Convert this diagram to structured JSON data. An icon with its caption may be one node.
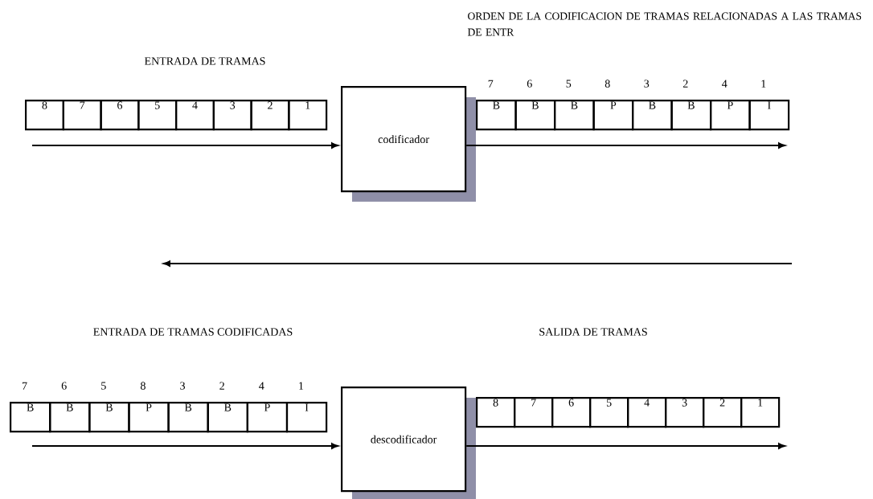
{
  "diagram": {
    "nodes": [
      {
        "text": [
          "8"
        ]
      },
      {
        "text": [
          "7"
        ]
      },
      {
        "text": [
          "6"
        ]
      },
      {
        "text": [
          "5"
        ]
      },
      {
        "text": [
          "4"
        ]
      },
      {
        "text": [
          "3"
        ]
      },
      {
        "text": [
          "2"
        ]
      },
      {
        "text": [
          "1"
        ]
      },
      {
        "text": [
          "codificador"
        ]
      },
      {
        "text": [
          "B"
        ],
        "beside": [
          "7"
        ]
      },
      {
        "text": [
          "B"
        ],
        "beside": [
          "6"
        ]
      },
      {
        "text": [
          "B"
        ],
        "beside": [
          "5"
        ]
      },
      {
        "text": [
          "P"
        ],
        "beside": [
          "8"
        ]
      },
      {
        "text": [
          "B"
        ],
        "beside": [
          "3"
        ]
      },
      {
        "text": [
          "B"
        ],
        "beside": [
          "2"
        ]
      },
      {
        "text": [
          "P"
        ],
        "beside": [
          "4"
        ]
      },
      {
        "text": [
          "I"
        ],
        "beside": [
          "1"
        ]
      },
      {
        "text": [
          "B"
        ],
        "beside": [
          "7"
        ]
      },
      {
        "text": [
          "B"
        ],
        "beside": [
          "6"
        ]
      },
      {
        "text": [
          "B"
        ],
        "beside": [
          "5"
        ]
      },
      {
        "text": [
          "P"
        ],
        "beside": [
          "8"
        ]
      },
      {
        "text": [
          "B"
        ],
        "beside": [
          "3"
        ]
      },
      {
        "text": [
          "B"
        ],
        "beside": [
          "2"
        ]
      },
      {
        "text": [
          "P"
        ],
        "beside": [
          "4"
        ]
      },
      {
        "text": [
          "I"
        ],
        "beside": [
          "1"
        ]
      },
      {
        "text": [
          "descodificador"
        ]
      },
      {
        "text": [
          "8"
        ]
      },
      {
        "text": [
          "7"
        ]
      },
      {
        "text": [
          "6"
        ]
      },
      {
        "text": [
          "5"
        ]
      },
      {
        "text": [
          "4"
        ]
      },
      {
        "text": [
          "3"
        ]
      },
      {
        "text": [
          "2"
        ]
      },
      {
        "text": [
          "1"
        ]
      }
    ],
    "edges": [
      {
        "from": null,
        "to": 8,
        "arrow": "to"
      },
      {
        "from": 8,
        "to": null,
        "arrow": "to"
      },
      {
        "from": null,
        "to": 25,
        "arrow": "to"
      },
      {
        "from": 25,
        "to": null,
        "arrow": "to"
      }
    ],
    "labels": [
      "ENTRADA DE TRAMAS",
      "ORDEN DE LA CODIFICACION DE TRAMAS RELACIONADAS A LAS TRAMAS DE ENTR",
      "ENTRADA DE TRAMAS CODIFICADAS",
      "SALIDA DE TRAMAS"
    ]
  }
}
